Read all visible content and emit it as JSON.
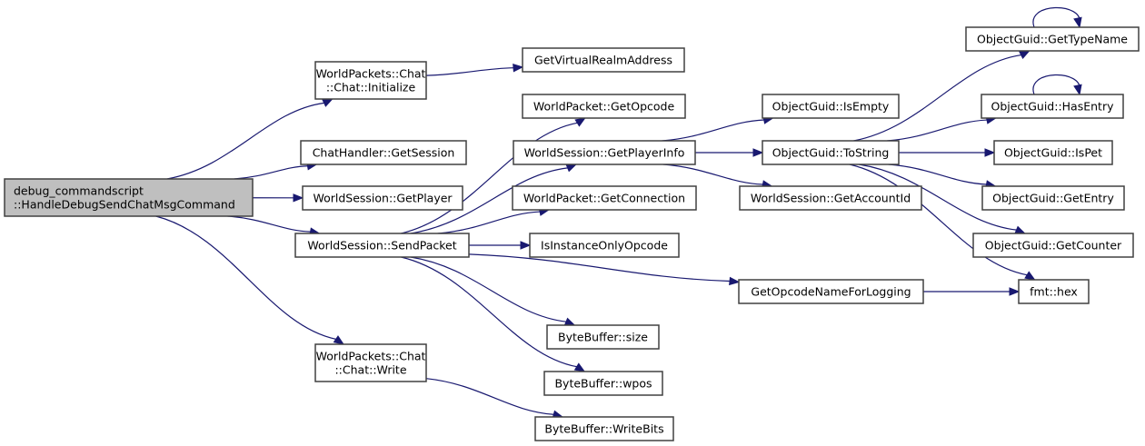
{
  "diagram": {
    "type": "call-graph",
    "edge_color": "#191970",
    "root_fill": "#bfbfbf",
    "node_fill": "#ffffff",
    "nodes": [
      {
        "id": "root",
        "lines": [
          "debug_commandscript",
          "::HandleDebugSendChatMsgCommand"
        ],
        "root": true
      },
      {
        "id": "chat_init",
        "lines": [
          "WorldPackets::Chat",
          "::Chat::Initialize"
        ]
      },
      {
        "id": "get_session",
        "lines": [
          "ChatHandler::GetSession"
        ]
      },
      {
        "id": "get_player",
        "lines": [
          "WorldSession::GetPlayer"
        ]
      },
      {
        "id": "send_packet",
        "lines": [
          "WorldSession::SendPacket"
        ]
      },
      {
        "id": "chat_write",
        "lines": [
          "WorldPackets::Chat",
          "::Chat::Write"
        ]
      },
      {
        "id": "get_virtual_realm",
        "lines": [
          "GetVirtualRealmAddress"
        ]
      },
      {
        "id": "get_opcode",
        "lines": [
          "WorldPacket::GetOpcode"
        ]
      },
      {
        "id": "get_player_info",
        "lines": [
          "WorldSession::GetPlayerInfo"
        ]
      },
      {
        "id": "get_connection",
        "lines": [
          "WorldPacket::GetConnection"
        ]
      },
      {
        "id": "is_instance_only",
        "lines": [
          "IsInstanceOnlyOpcode"
        ]
      },
      {
        "id": "get_opcode_name",
        "lines": [
          "GetOpcodeNameForLogging"
        ]
      },
      {
        "id": "bb_size",
        "lines": [
          "ByteBuffer::size"
        ]
      },
      {
        "id": "bb_wpos",
        "lines": [
          "ByteBuffer::wpos"
        ]
      },
      {
        "id": "bb_writebits",
        "lines": [
          "ByteBuffer::WriteBits"
        ]
      },
      {
        "id": "og_isempty",
        "lines": [
          "ObjectGuid::IsEmpty"
        ]
      },
      {
        "id": "og_tostring",
        "lines": [
          "ObjectGuid::ToString"
        ]
      },
      {
        "id": "ws_accountid",
        "lines": [
          "WorldSession::GetAccountId"
        ]
      },
      {
        "id": "og_typename",
        "lines": [
          "ObjectGuid::GetTypeName"
        ]
      },
      {
        "id": "og_hasentry",
        "lines": [
          "ObjectGuid::HasEntry"
        ]
      },
      {
        "id": "og_ispet",
        "lines": [
          "ObjectGuid::IsPet"
        ]
      },
      {
        "id": "og_getentry",
        "lines": [
          "ObjectGuid::GetEntry"
        ]
      },
      {
        "id": "og_getcounter",
        "lines": [
          "ObjectGuid::GetCounter"
        ]
      },
      {
        "id": "fmt_hex",
        "lines": [
          "fmt::hex"
        ]
      }
    ],
    "edges": [
      [
        "root",
        "chat_init"
      ],
      [
        "root",
        "get_session"
      ],
      [
        "root",
        "get_player"
      ],
      [
        "root",
        "send_packet"
      ],
      [
        "root",
        "chat_write"
      ],
      [
        "chat_init",
        "get_virtual_realm"
      ],
      [
        "send_packet",
        "get_opcode"
      ],
      [
        "send_packet",
        "get_player_info"
      ],
      [
        "send_packet",
        "get_connection"
      ],
      [
        "send_packet",
        "is_instance_only"
      ],
      [
        "send_packet",
        "get_opcode_name"
      ],
      [
        "send_packet",
        "bb_size"
      ],
      [
        "send_packet",
        "bb_wpos"
      ],
      [
        "chat_write",
        "bb_writebits"
      ],
      [
        "get_player_info",
        "og_isempty"
      ],
      [
        "get_player_info",
        "og_tostring"
      ],
      [
        "get_player_info",
        "ws_accountid"
      ],
      [
        "og_tostring",
        "og_typename"
      ],
      [
        "og_tostring",
        "og_hasentry"
      ],
      [
        "og_tostring",
        "og_ispet"
      ],
      [
        "og_tostring",
        "og_getentry"
      ],
      [
        "og_tostring",
        "og_getcounter"
      ],
      [
        "og_tostring",
        "fmt_hex"
      ],
      [
        "get_opcode_name",
        "fmt_hex"
      ],
      [
        "og_typename",
        "og_typename"
      ],
      [
        "og_hasentry",
        "og_hasentry"
      ]
    ]
  }
}
